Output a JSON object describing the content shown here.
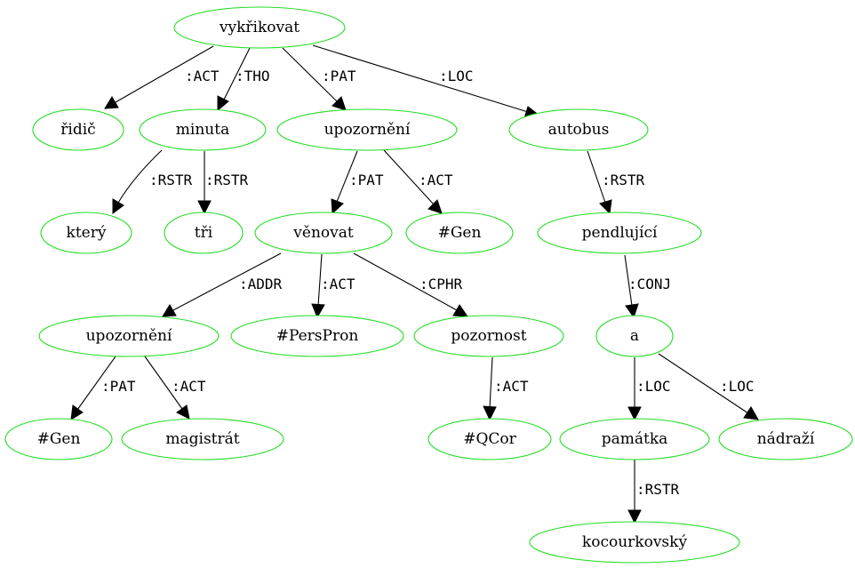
{
  "colors": {
    "node_outline": "#22dd22",
    "edge": "#000000",
    "text": "#000000",
    "background": "#ffffff"
  },
  "nodes": {
    "vykrikovat": "vykřikovat",
    "ridic": "řidič",
    "minuta": "minuta",
    "upozorneni1": "upozornění",
    "autobus": "autobus",
    "ktery": "který",
    "tri": "tři",
    "venovat": "věnovat",
    "gen1": "#Gen",
    "pendlujici": "pendlující",
    "upozorneni2": "upozornění",
    "perspron": "#PersPron",
    "pozornost": "pozornost",
    "a": "a",
    "gen2": "#Gen",
    "magistrat": "magistrát",
    "qcor": "#QCor",
    "pamatka": "památka",
    "nadrazi": "nádraží",
    "kocourkovsky": "kocourkovský"
  },
  "edges": {
    "vykrikovat_ridic": ":ACT",
    "vykrikovat_minuta": ":THO",
    "vykrikovat_upozorneni1": ":PAT",
    "vykrikovat_autobus": ":LOC",
    "minuta_ktery": ":RSTR",
    "minuta_tri": ":RSTR",
    "upozorneni1_venovat": ":PAT",
    "upozorneni1_gen1": ":ACT",
    "autobus_pendlujici": ":RSTR",
    "venovat_upozorneni2": ":ADDR",
    "venovat_perspron": ":ACT",
    "venovat_pozornost": ":CPHR",
    "pendlujici_a": ":CONJ",
    "upozorneni2_gen2": ":PAT",
    "upozorneni2_magistrat": ":ACT",
    "pozornost_qcor": ":ACT",
    "a_pamatka": ":LOC",
    "a_nadrazi": ":LOC",
    "pamatka_kocourkovsky": ":RSTR"
  }
}
